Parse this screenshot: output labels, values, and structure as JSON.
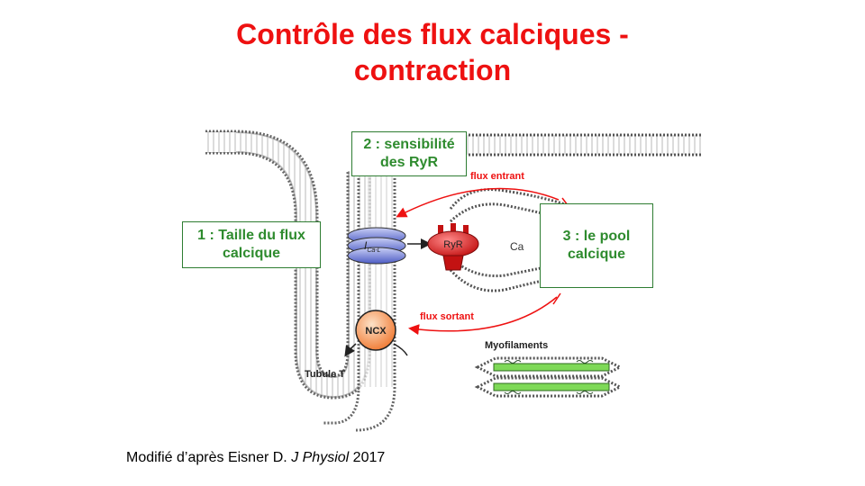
{
  "title": {
    "line1": "Contrôle des flux calciques -",
    "line2": "contraction"
  },
  "boxes": {
    "box1": {
      "line1": "1 : Taille du flux",
      "line2": "calcique"
    },
    "box2": {
      "line1": "2 : sensibilité",
      "line2": "des RyR"
    },
    "box3": {
      "line1": "3 : le pool",
      "line2": "calcique"
    }
  },
  "labels": {
    "flux_entrant": "flux entrant",
    "flux_sortant": "flux sortant",
    "ryr": "RyR",
    "ca": "Ca",
    "ncx": "NCX",
    "ical_main": "I",
    "ical_sub": "Ca-L",
    "tubule": "Tubule T",
    "myofilaments": "Myofilaments"
  },
  "citation": {
    "prefix": "Modifié d’après Eisner D. ",
    "journal": "J Physiol",
    "year": " 2017"
  },
  "colors": {
    "title": "#ee1111",
    "box_text": "#2e8b2e",
    "arrow": "#ee1111",
    "channel": "#5566cc",
    "ryr": "#d81b1b",
    "ncx": "#f08040",
    "myofilament": "#7ed957"
  }
}
